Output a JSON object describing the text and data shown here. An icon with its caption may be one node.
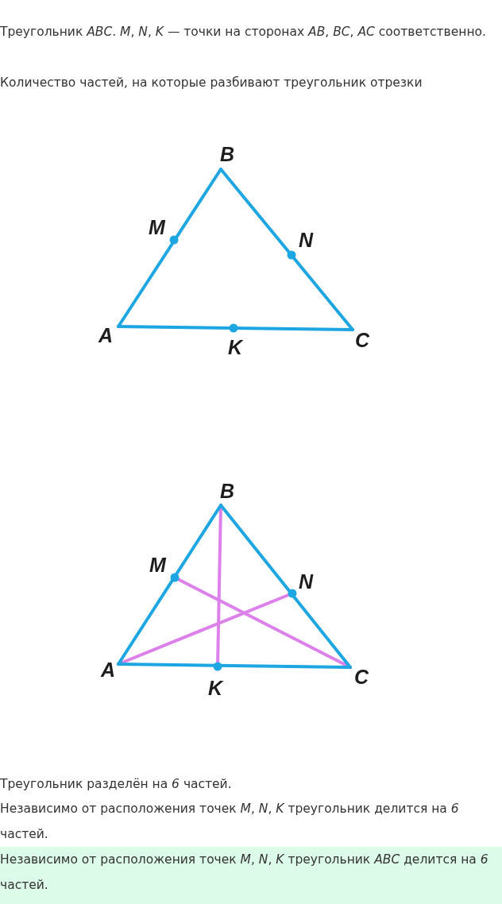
{
  "diagram": {
    "nodes": [
      {
        "text": [
          "Независимо от расположения точек *M*, *N*, *K* треугольник *ABC* делится на *6* частей."
        ]
      }
    ],
    "labels": [
      "Треугольник *ABC*. *M*, *N*, *K* — точки на сторонах *AB*, *BC*, *AC* соответственно.",
      "Количество частей, на которые разбивают треугольник отрезки",
      "B",
      "M",
      "N",
      "A",
      "K",
      "C",
      "B",
      "M",
      "N",
      "A",
      "K",
      "C",
      "Треугольник разделён на *6* частей.",
      "Независимо от расположения точек *M*, *N*, *K* треугольник делится на *6* частей."
    ]
  }
}
